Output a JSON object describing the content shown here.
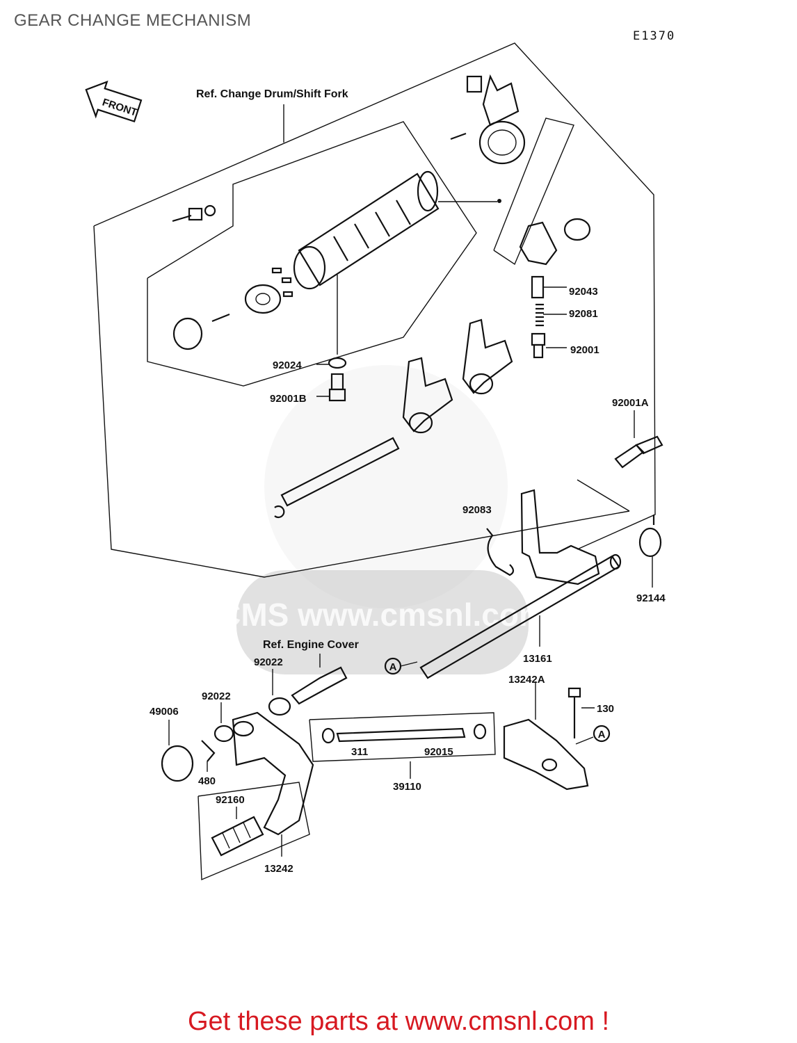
{
  "page_title": "GEAR CHANGE MECHANISM",
  "diagram_code": "E1370",
  "front_sign": "FRONT",
  "watermark": "CMS www.cmsnl.com",
  "refs": {
    "change_drum": "Ref. Change Drum/Shift Fork",
    "engine_cover": "Ref.  Engine Cover"
  },
  "callouts": {
    "p92043": "92043",
    "p92081": "92081",
    "p92001": "92001",
    "p92024": "92024",
    "p92001B": "92001B",
    "p92001A": "92001A",
    "p92083": "92083",
    "p92144": "92144",
    "p13161": "13161",
    "p13242A": "13242A",
    "p130": "130",
    "p92022a": "92022",
    "p92022b": "92022",
    "p49006": "49006",
    "p480": "480",
    "p311": "311",
    "p92015": "92015",
    "p39110": "39110",
    "p92160": "92160",
    "p13242": "13242",
    "markA1": "A",
    "markA2": "A"
  },
  "promo_text": "Get these parts at www.cmsnl.com !",
  "colors": {
    "title": "#555555",
    "promo": "#d71921",
    "ink": "#111111",
    "watermark": "#bdbdbd"
  }
}
